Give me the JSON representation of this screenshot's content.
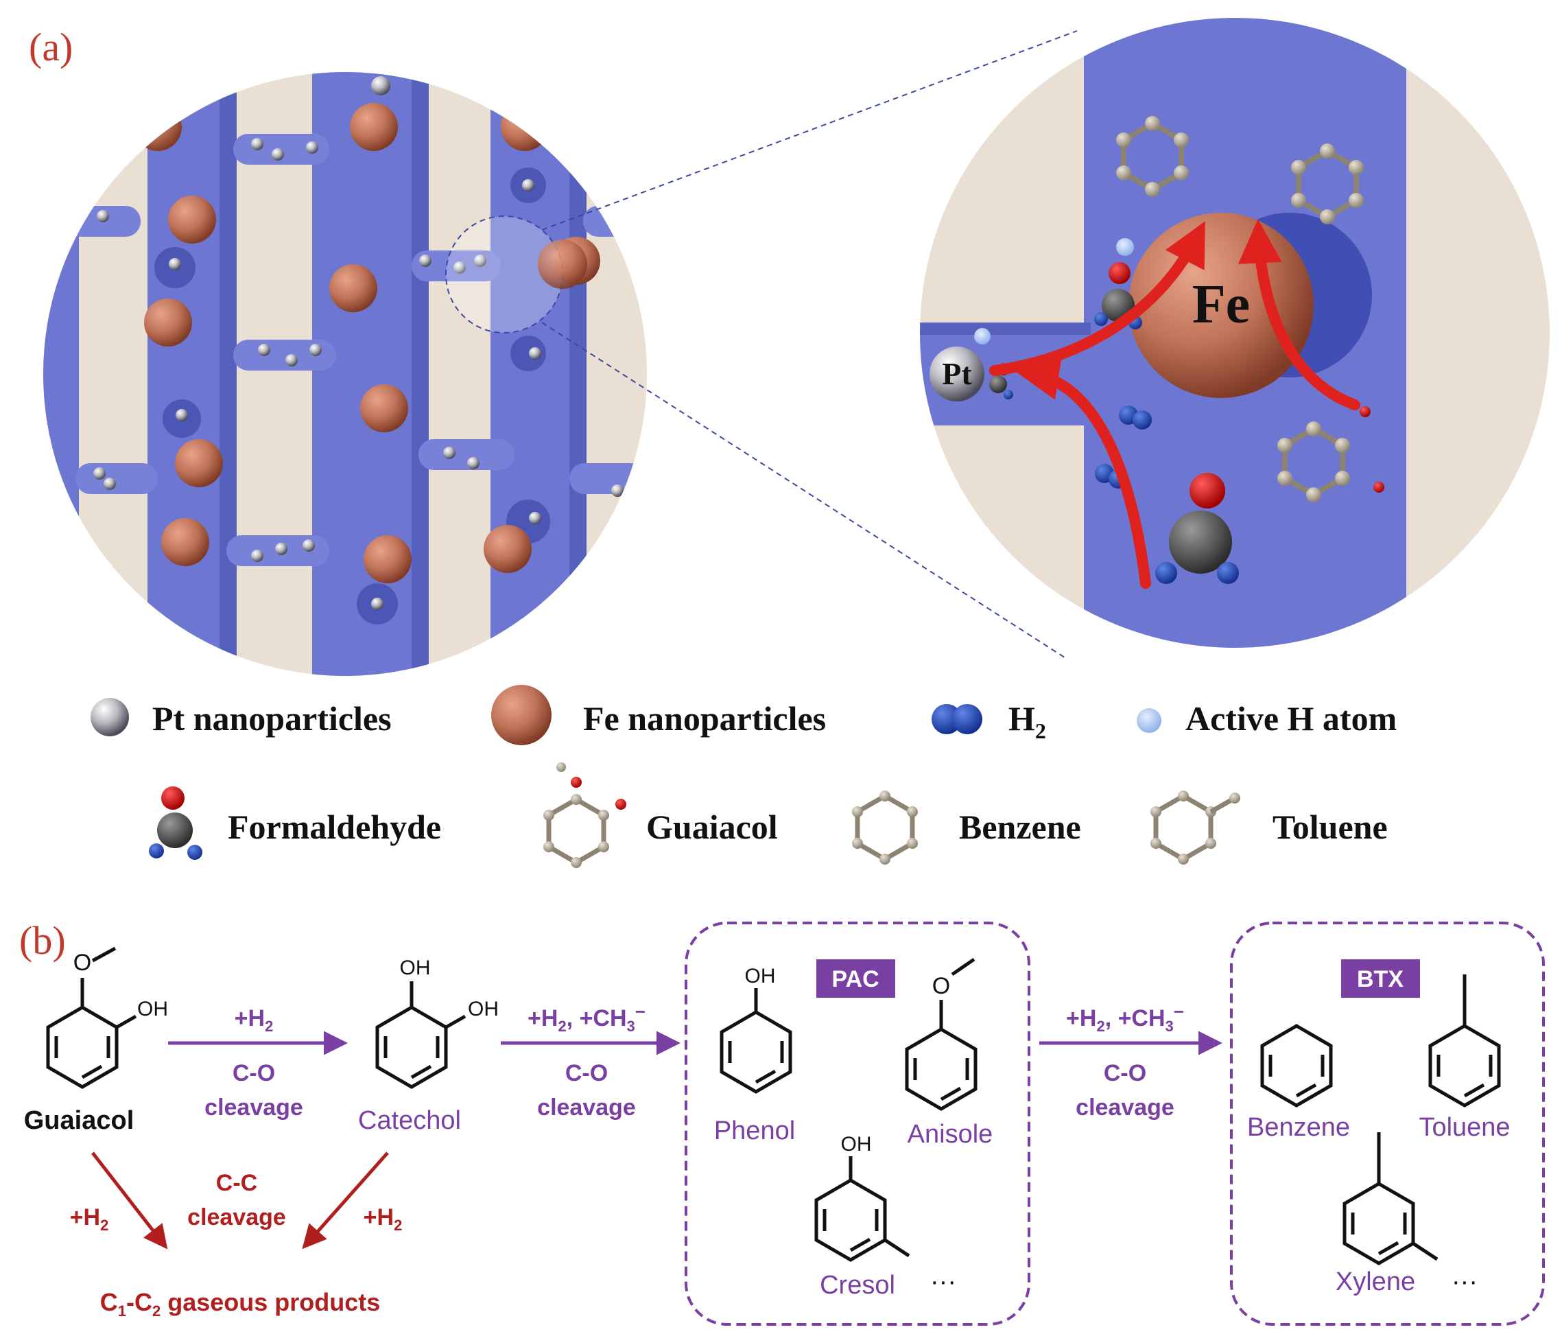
{
  "panel_a": {
    "tag": "(a)",
    "zoom_labels": {
      "pt": "Pt",
      "fe": "Fe"
    },
    "legend": {
      "pt": "Pt nanoparticles",
      "fe": "Fe nanoparticles",
      "h2_main": "H",
      "h2_sub": "2",
      "active_h": "Active H atom",
      "formaldehyde": "Formaldehyde",
      "guaiacol": "Guaiacol",
      "benzene": "Benzene",
      "toluene": "Toluene"
    }
  },
  "panel_b": {
    "tag": "(b)",
    "compounds": {
      "guaiacol": "Guaiacol",
      "catechol": "Catechol",
      "phenol": "Phenol",
      "anisole": "Anisole",
      "cresol": "Cresol",
      "benzene": "Benzene",
      "toluene": "Toluene",
      "xylene": "Xylene"
    },
    "atoms": {
      "oh": "OH"
    },
    "ellipsis": "···",
    "groups": {
      "pac": "PAC",
      "btx": "BTX"
    },
    "arrow1": {
      "top": "+H",
      "top_sub": "2",
      "mid": "C-O",
      "bot": "cleavage"
    },
    "arrow2": {
      "top_a": "+H",
      "top_a_sub": "2",
      "top_b": ", +CH",
      "top_b_sub": "3",
      "top_b_sup": "−",
      "mid": "C-O",
      "bot": "cleavage"
    },
    "arrow3": {
      "top_a": "+H",
      "top_a_sub": "2",
      "top_b": ", +CH",
      "top_b_sub": "3",
      "top_b_sup": "−",
      "mid": "C-O",
      "bot": "cleavage"
    },
    "cc": {
      "left_a": "+H",
      "left_sub": "2",
      "mid1": "C-C",
      "mid2": "cleavage",
      "right_a": "+H",
      "right_sub": "2",
      "product_a": "C",
      "product_sub1": "1",
      "product_b": "-C",
      "product_sub2": "2",
      "product_c": " gaseous products"
    },
    "colors": {
      "purple": "#7a3fa3",
      "red": "#b01e1e",
      "tag_red": "#c0392b"
    }
  }
}
